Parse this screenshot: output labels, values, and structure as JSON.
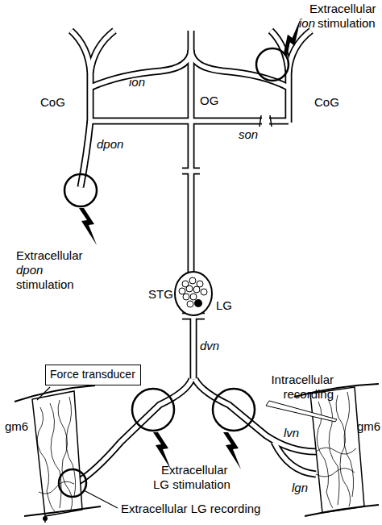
{
  "diagram": {
    "nodes": [
      {
        "text": [
          "Force transducer"
        ]
      }
    ],
    "labels": [
      "Extracellular",
      "ion",
      "stimulation",
      "ion",
      "CoG",
      "OG",
      "CoG",
      "son",
      "dpon",
      "Extracellular",
      "dpon",
      "stimulation",
      "STG",
      "LG",
      "dvn",
      "gm6",
      "Intracellular recording",
      "gm6",
      "lvn",
      "lgn",
      "Extracellular",
      "LG stimulation",
      "Extracellular LG recording"
    ]
  }
}
